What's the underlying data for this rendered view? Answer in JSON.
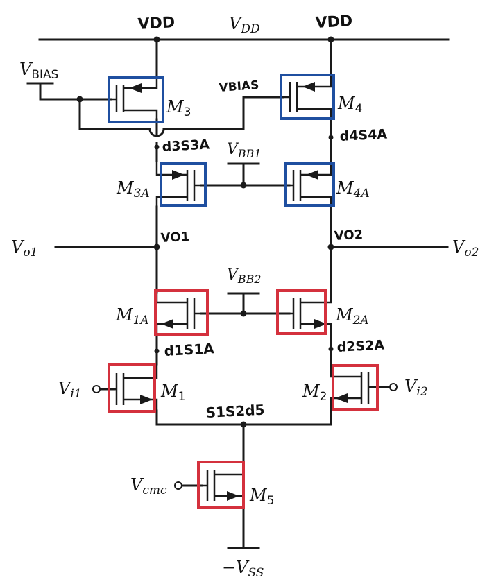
{
  "rails": {
    "vdd": {
      "sym": "V",
      "sub": "DD"
    },
    "vss": {
      "sym": "−V",
      "sub": "SS"
    }
  },
  "handwritten": {
    "vdd_left": "VDD",
    "vdd_right": "VDD",
    "vbias_right": "VBIAS",
    "d3s3a": "d3S3A",
    "d4s4a": "d4S4A",
    "vo1_node": "VO1",
    "vo2_node": "VO2",
    "d1s1a": "d1S1A",
    "d2s2a": "d2S2A",
    "s1s2d5": "S1S2d5"
  },
  "labels": {
    "vbias": {
      "sym": "V",
      "sub": "BIAS"
    },
    "vbb1": {
      "sym": "V",
      "sub": "BB1"
    },
    "vbb2": {
      "sym": "V",
      "sub": "BB2"
    },
    "vo1": {
      "sym": "V",
      "sub": "o1"
    },
    "vo2": {
      "sym": "V",
      "sub": "o2"
    },
    "vi1": {
      "sym": "V",
      "sub": "i1"
    },
    "vi2": {
      "sym": "V",
      "sub": "i2"
    },
    "vcmc": {
      "sym": "V",
      "sub": "cmc"
    }
  },
  "transistors": {
    "m3": {
      "sym": "M",
      "sub": "3",
      "box_color": "#1f4fa0"
    },
    "m4": {
      "sym": "M",
      "sub": "4",
      "box_color": "#1f4fa0"
    },
    "m3a": {
      "sym": "M",
      "sub": "3A",
      "box_color": "#1f4fa0"
    },
    "m4a": {
      "sym": "M",
      "sub": "4A",
      "box_color": "#1f4fa0"
    },
    "m1a": {
      "sym": "M",
      "sub": "1A",
      "box_color": "#d4313d"
    },
    "m2a": {
      "sym": "M",
      "sub": "2A",
      "box_color": "#d4313d"
    },
    "m1": {
      "sym": "M",
      "sub": "1",
      "box_color": "#d4313d"
    },
    "m2": {
      "sym": "M",
      "sub": "2",
      "box_color": "#d4313d"
    },
    "m5": {
      "sym": "M",
      "sub": "5",
      "box_color": "#d4313d"
    }
  }
}
